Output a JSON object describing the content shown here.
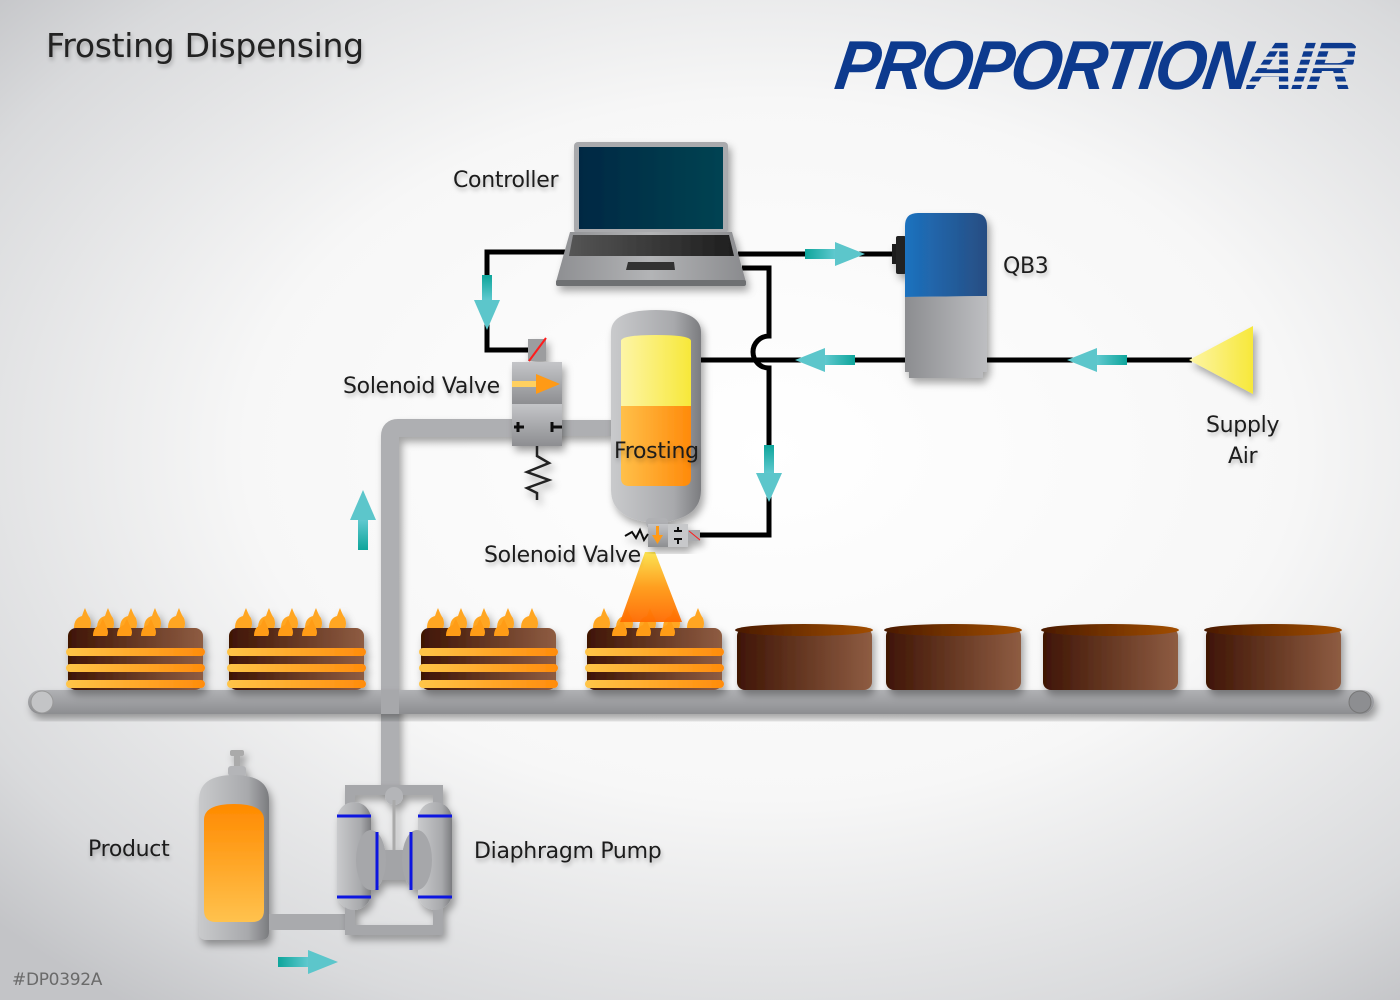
{
  "title": "Frosting Dispensing",
  "logo": {
    "brand": "PROPORTION",
    "suffix": "AIR",
    "color": "#0d3a8e"
  },
  "labels": {
    "controller": "Controller",
    "qb3": "QB3",
    "supply_air_line1": "Supply",
    "supply_air_line2": "Air",
    "solenoid_valve_upper": "Solenoid Valve",
    "frosting": "Frosting",
    "solenoid_valve_lower": "Solenoid Valve",
    "product": "Product",
    "diaphragm_pump": "Diaphragm Pump"
  },
  "doc_id": "#DP0392A",
  "colors": {
    "flow_arrow": "#2bb3b1",
    "air_line": "#000000",
    "product_pipe": "#a9aaad",
    "frosting": "#ff9a1a",
    "cake": "#6b3a22",
    "qb3_top": "#1f6fb8",
    "supply_air": "#f7ea3c",
    "diaphragm": "#0a14e0"
  },
  "conveyor": {
    "frosted_cakes": 4,
    "unfrosted_cakes": 4
  }
}
